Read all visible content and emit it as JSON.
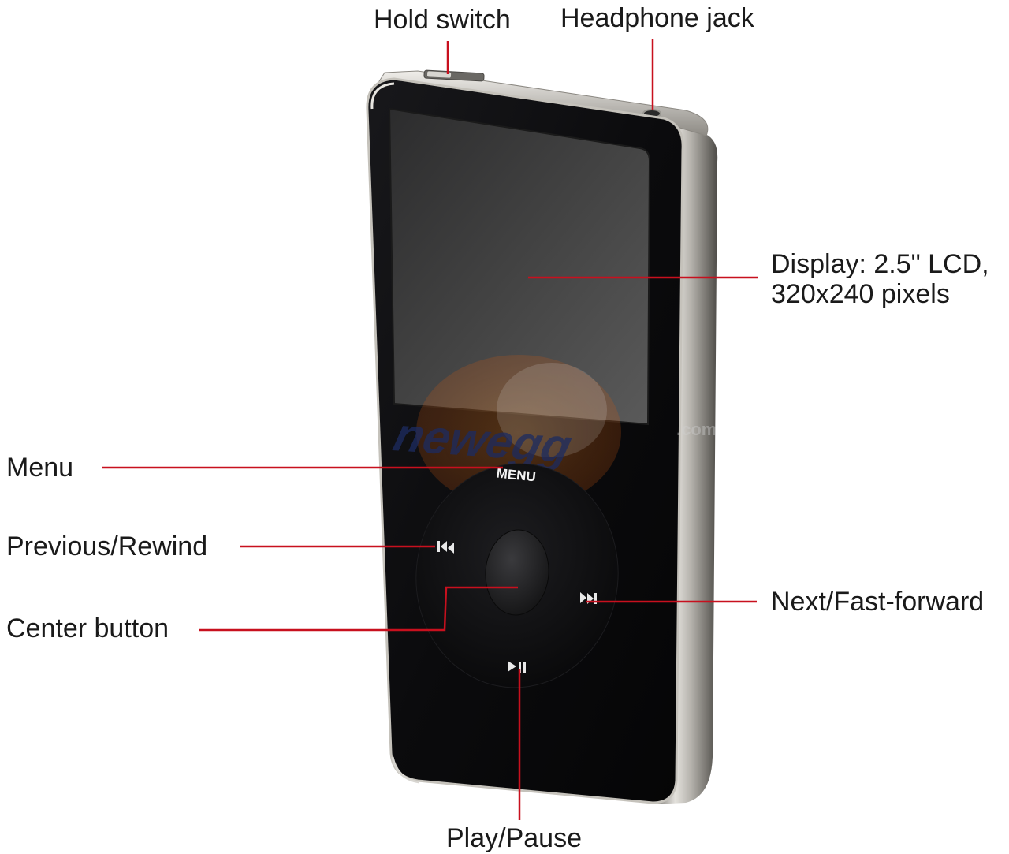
{
  "labels": {
    "hold_switch": "Hold switch",
    "headphone_jack": "Headphone jack",
    "display_line1": "Display: 2.5\" LCD,",
    "display_line2": "320x240 pixels",
    "menu": "Menu",
    "previous_rewind": "Previous/Rewind",
    "center_button": "Center button",
    "next_fast_forward": "Next/Fast-forward",
    "play_pause": "Play/Pause"
  },
  "device": {
    "wheel_menu_text": "MENU",
    "watermark_text": "newegg",
    "watermark_suffix": ".com"
  },
  "colors": {
    "leader_line": "#c8101e",
    "body": "#0d0d0f",
    "bezel_metal": "#b9b6b0",
    "screen": "#3a3a3a",
    "label_text": "#1a1a1a"
  },
  "icons": {
    "previous": "previous-rewind-icon",
    "next": "next-fast-forward-icon",
    "play_pause": "play-pause-icon"
  }
}
